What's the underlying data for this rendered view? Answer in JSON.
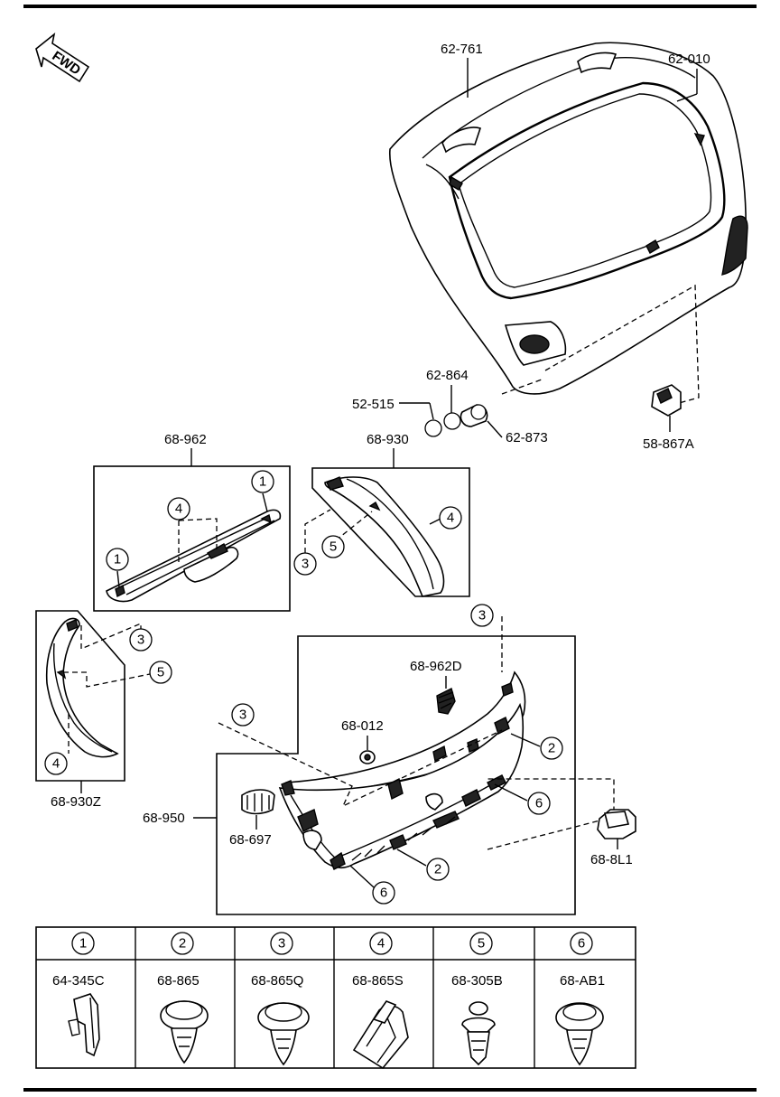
{
  "direction_arrow": {
    "label": "FWD"
  },
  "callouts": {
    "c1": "1",
    "c2": "2",
    "c3": "3",
    "c4": "4",
    "c5": "5",
    "c6": "6"
  },
  "part_labels": {
    "p62_761": "62-761",
    "p62_010": "62-010",
    "p62_864": "62-864",
    "p52_515": "52-515",
    "p62_873": "62-873",
    "p58_867a": "58-867A",
    "p68_962": "68-962",
    "p68_930": "68-930",
    "p68_930z": "68-930Z",
    "p68_962d": "68-962D",
    "p68_012": "68-012",
    "p68_950": "68-950",
    "p68_697": "68-697",
    "p68_8l1": "68-8L1"
  },
  "fastener_table": {
    "columns": [
      {
        "index": "1",
        "part": "64-345C"
      },
      {
        "index": "2",
        "part": "68-865"
      },
      {
        "index": "3",
        "part": "68-865Q"
      },
      {
        "index": "4",
        "part": "68-865S"
      },
      {
        "index": "5",
        "part": "68-305B"
      },
      {
        "index": "6",
        "part": "68-AB1"
      }
    ]
  }
}
